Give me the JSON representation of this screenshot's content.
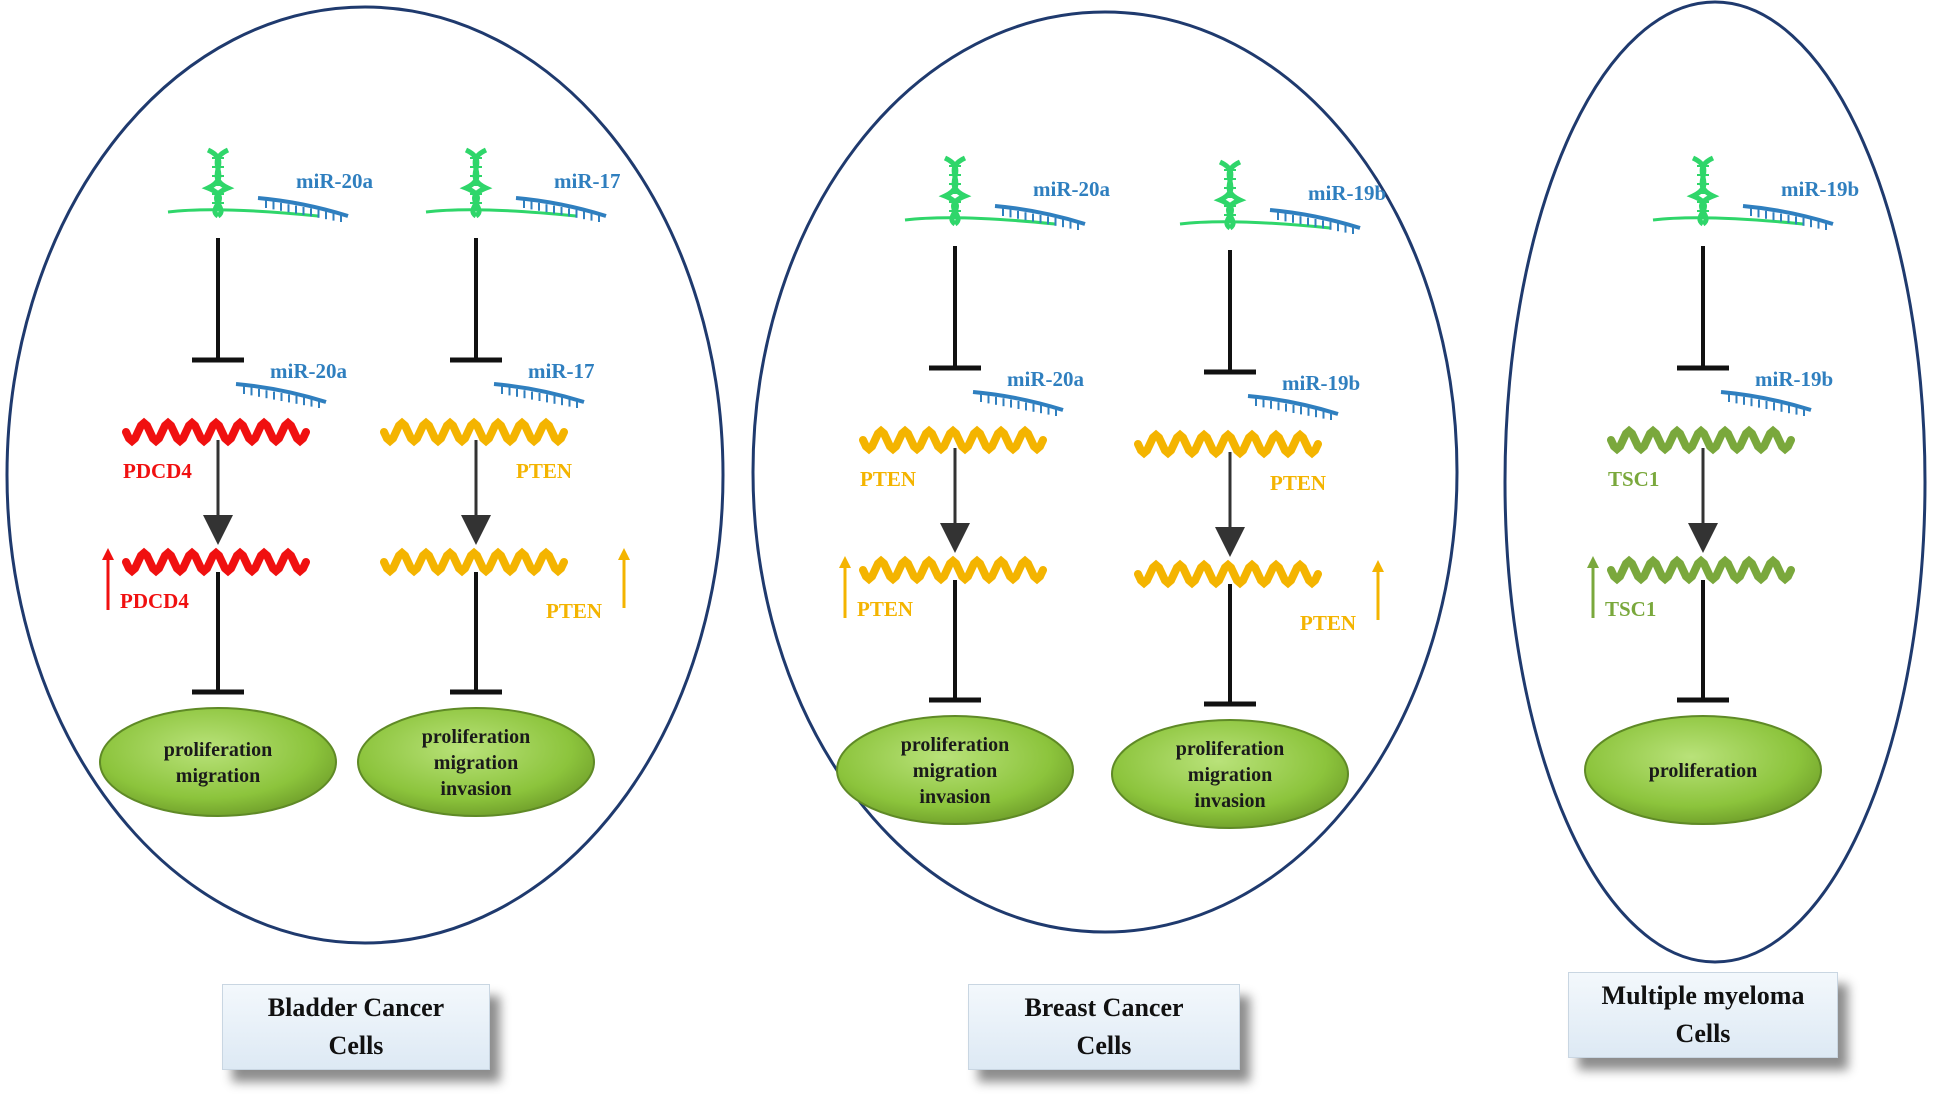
{
  "panels": [
    {
      "caption_line1": "Bladder Cancer",
      "caption_line2": "Cells",
      "pathways": [
        {
          "mirna": "miR-20a",
          "mirna_repeat": "miR-20a",
          "gene": "PDCD4",
          "gene_up": "PDCD4",
          "gene_color": "#f01010",
          "outcomes": [
            "proliferation",
            "migration"
          ]
        },
        {
          "mirna": "miR-17",
          "mirna_repeat": "miR-17",
          "gene": "PTEN",
          "gene_up": "PTEN",
          "gene_color": "#f4b400",
          "outcomes": [
            "proliferation",
            "migration",
            "invasion"
          ]
        }
      ]
    },
    {
      "caption_line1": "Breast Cancer",
      "caption_line2": "Cells",
      "pathways": [
        {
          "mirna": "miR-20a",
          "mirna_repeat": "miR-20a",
          "gene": "PTEN",
          "gene_up": "PTEN",
          "gene_color": "#f4b400",
          "outcomes": [
            "proliferation",
            "migration",
            "invasion"
          ]
        },
        {
          "mirna": "miR-19b",
          "mirna_repeat": "miR-19b",
          "gene": "PTEN",
          "gene_up": "PTEN",
          "gene_color": "#f4b400",
          "outcomes": [
            "proliferation",
            "migration",
            "invasion"
          ]
        }
      ]
    },
    {
      "caption_line1": "Multiple  myeloma",
      "caption_line2": "Cells",
      "pathways": [
        {
          "mirna": "miR-19b",
          "mirna_repeat": "miR-19b",
          "gene": "TSC1",
          "gene_up": "TSC1",
          "gene_color": "#7aa83c",
          "outcomes": [
            "proliferation"
          ]
        }
      ]
    }
  ],
  "colors": {
    "cell_outline": "#1f3a6e",
    "dna": "#2fd66a",
    "mirna": "#2f7fbf",
    "outcome_fill": "#8cc43c",
    "arrow": "#333333",
    "inhibit": "#111111"
  }
}
